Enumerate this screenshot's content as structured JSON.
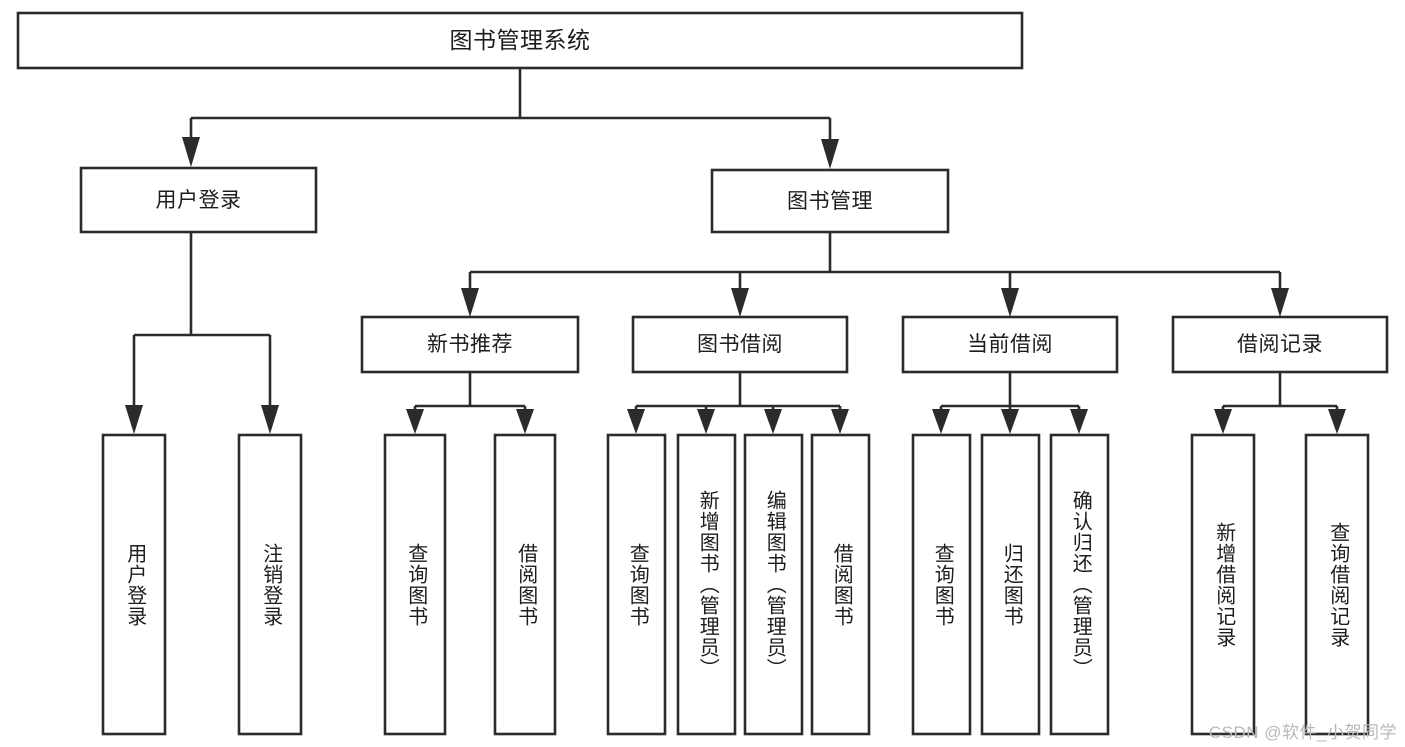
{
  "diagram": {
    "type": "tree-hierarchy",
    "title": "图书管理系统",
    "watermark": "CSDN @软件_小贺同学",
    "colors": {
      "stroke": "#2b2b2b",
      "fill": "#ffffff",
      "text": "#1d1d1d",
      "watermark": "#b9b9b9"
    },
    "levels": {
      "root": "图书管理系统",
      "level2": [
        "用户登录",
        "图书管理"
      ],
      "level3": [
        "新书推荐",
        "图书借阅",
        "当前借阅",
        "借阅记录"
      ]
    },
    "nodes": {
      "root": {
        "label": "图书管理系统"
      },
      "user_login": {
        "label": "用户登录"
      },
      "book_manage": {
        "label": "图书管理"
      },
      "new_book_rec": {
        "label": "新书推荐"
      },
      "book_borrow": {
        "label": "图书借阅"
      },
      "current_borrow": {
        "label": "当前借阅"
      },
      "borrow_record": {
        "label": "借阅记录"
      },
      "leaf_user_login": {
        "label": "用户登录"
      },
      "leaf_logout": {
        "label": "注销登录"
      },
      "leaf_query_book_1": {
        "label": "查询图书"
      },
      "leaf_borrow_book_1": {
        "label": "借阅图书"
      },
      "leaf_query_book_2": {
        "label": "查询图书"
      },
      "leaf_add_book": {
        "label": "新增图书（管理员）"
      },
      "leaf_edit_book": {
        "label": "编辑图书（管理员）"
      },
      "leaf_borrow_book_2": {
        "label": "借阅图书"
      },
      "leaf_query_book_3": {
        "label": "查询图书"
      },
      "leaf_return_book": {
        "label": "归还图书"
      },
      "leaf_confirm_return": {
        "label": "确认归还（管理员）"
      },
      "leaf_add_record": {
        "label": "新增借阅记录"
      },
      "leaf_query_record": {
        "label": "查询借阅记录"
      }
    },
    "edges": [
      {
        "from": "root",
        "to": "user_login"
      },
      {
        "from": "root",
        "to": "book_manage"
      },
      {
        "from": "user_login",
        "to": "leaf_user_login"
      },
      {
        "from": "user_login",
        "to": "leaf_logout"
      },
      {
        "from": "book_manage",
        "to": "new_book_rec"
      },
      {
        "from": "book_manage",
        "to": "book_borrow"
      },
      {
        "from": "book_manage",
        "to": "current_borrow"
      },
      {
        "from": "book_manage",
        "to": "borrow_record"
      },
      {
        "from": "new_book_rec",
        "to": "leaf_query_book_1"
      },
      {
        "from": "new_book_rec",
        "to": "leaf_borrow_book_1"
      },
      {
        "from": "book_borrow",
        "to": "leaf_query_book_2"
      },
      {
        "from": "book_borrow",
        "to": "leaf_add_book"
      },
      {
        "from": "book_borrow",
        "to": "leaf_edit_book"
      },
      {
        "from": "book_borrow",
        "to": "leaf_borrow_book_2"
      },
      {
        "from": "current_borrow",
        "to": "leaf_query_book_3"
      },
      {
        "from": "current_borrow",
        "to": "leaf_return_book"
      },
      {
        "from": "current_borrow",
        "to": "leaf_confirm_return"
      },
      {
        "from": "borrow_record",
        "to": "leaf_add_record"
      },
      {
        "from": "borrow_record",
        "to": "leaf_query_record"
      }
    ]
  }
}
